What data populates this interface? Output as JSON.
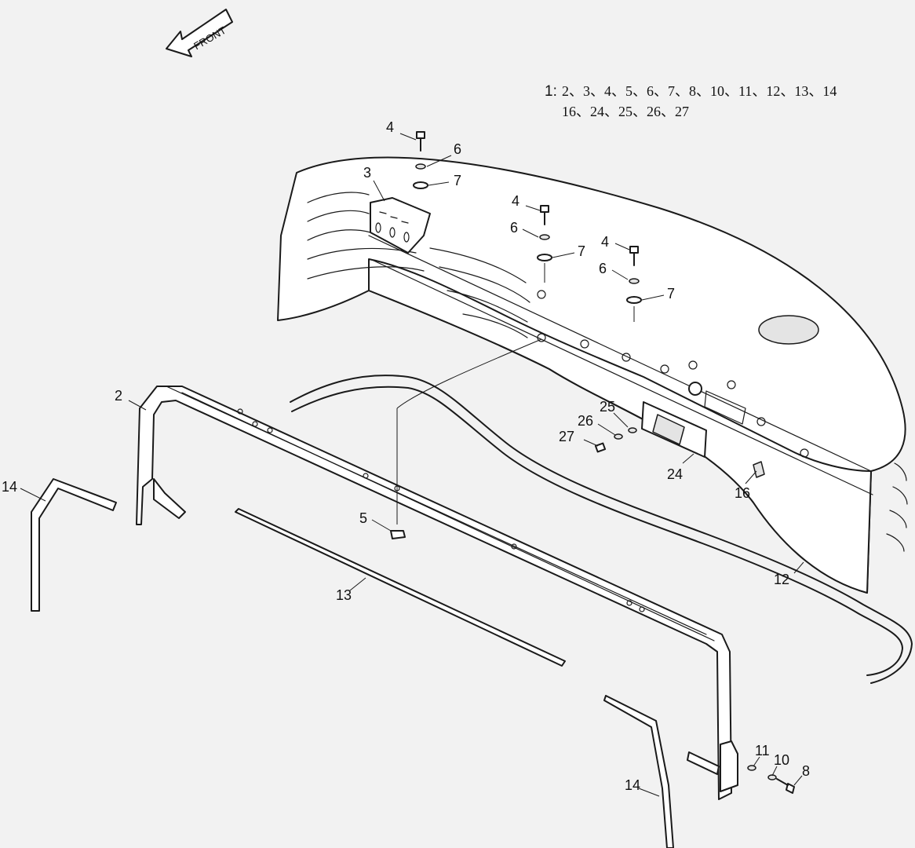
{
  "front_label": "FRONT",
  "legend": {
    "prefix": "1:",
    "line1": "2、3、4、5、6、7、8、10、11、12、13、14",
    "line2": "16、24、25、26、27"
  },
  "callouts": [
    {
      "id": "c2",
      "text": "2"
    },
    {
      "id": "c3",
      "text": "3"
    },
    {
      "id": "c4a",
      "text": "4"
    },
    {
      "id": "c6a",
      "text": "6"
    },
    {
      "id": "c7a",
      "text": "7"
    },
    {
      "id": "c4b",
      "text": "4"
    },
    {
      "id": "c6b",
      "text": "6"
    },
    {
      "id": "c7b",
      "text": "7"
    },
    {
      "id": "c4c",
      "text": "4"
    },
    {
      "id": "c6c",
      "text": "6"
    },
    {
      "id": "c7c",
      "text": "7"
    },
    {
      "id": "c5",
      "text": "5"
    },
    {
      "id": "c8",
      "text": "8"
    },
    {
      "id": "c10",
      "text": "10"
    },
    {
      "id": "c11",
      "text": "11"
    },
    {
      "id": "c12",
      "text": "12"
    },
    {
      "id": "c13",
      "text": "13"
    },
    {
      "id": "c14a",
      "text": "14"
    },
    {
      "id": "c14b",
      "text": "14"
    },
    {
      "id": "c16",
      "text": "16"
    },
    {
      "id": "c24",
      "text": "24"
    },
    {
      "id": "c25",
      "text": "25"
    },
    {
      "id": "c26",
      "text": "26"
    },
    {
      "id": "c27",
      "text": "27"
    }
  ]
}
